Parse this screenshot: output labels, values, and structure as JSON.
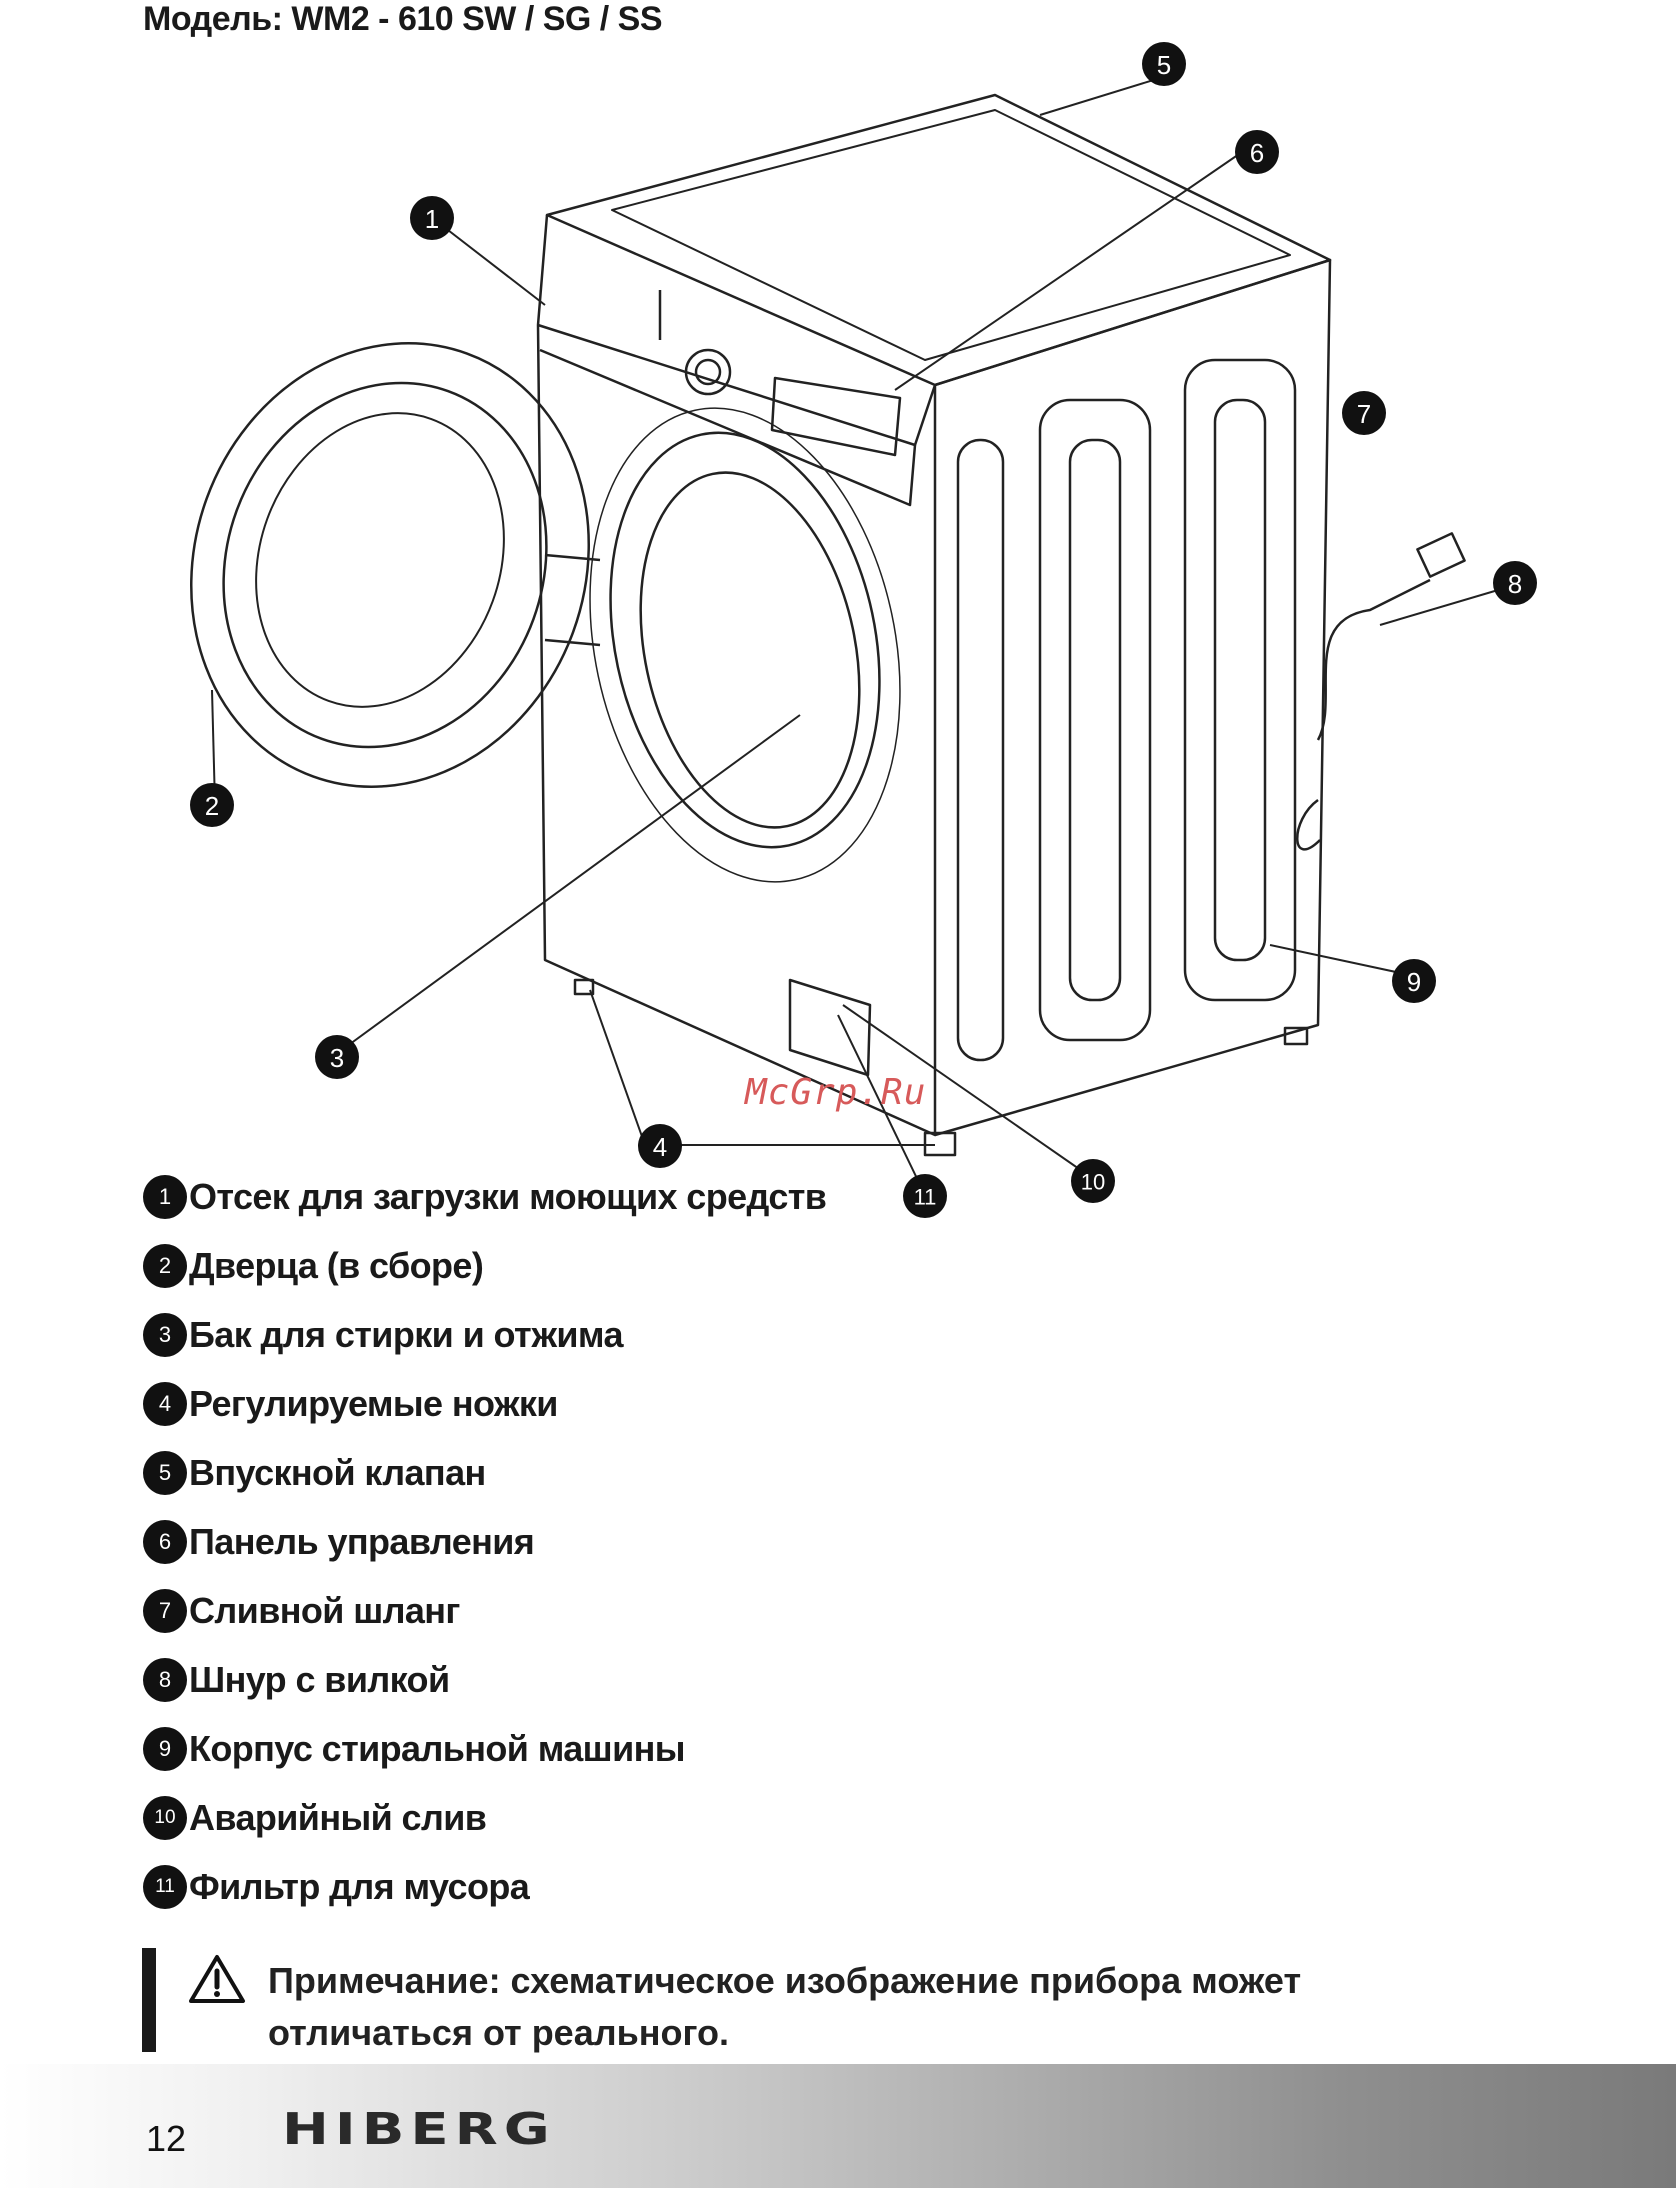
{
  "header": {
    "model": "Модель: WM2 - 610 SW / SG / SS"
  },
  "diagram": {
    "callouts": [
      "1",
      "2",
      "3",
      "4",
      "5",
      "6",
      "7",
      "8",
      "9",
      "10",
      "11"
    ],
    "watermark": "McGrp.Ru"
  },
  "legend": [
    {
      "num": "1",
      "text": "Отсек для загрузки моющих средств"
    },
    {
      "num": "2",
      "text": "Дверца (в сборе)"
    },
    {
      "num": "3",
      "text": "Бак для стирки и отжима"
    },
    {
      "num": "4",
      "text": "Регулируемые ножки"
    },
    {
      "num": "5",
      "text": "Впускной клапан"
    },
    {
      "num": "6",
      "text": "Панель управления"
    },
    {
      "num": "7",
      "text": "Сливной шланг"
    },
    {
      "num": "8",
      "text": "Шнур с вилкой"
    },
    {
      "num": "9",
      "text": "Корпус стиральной машины"
    },
    {
      "num": "10",
      "text": "Аварийный слив"
    },
    {
      "num": "11",
      "text": "Фильтр для мусора"
    }
  ],
  "note": {
    "icon": "warning-icon",
    "line1": "Примечание: схематическое изображение прибора может",
    "line2": "отличаться от реального."
  },
  "footer": {
    "page_number": "12",
    "brand": "HIBERG"
  }
}
